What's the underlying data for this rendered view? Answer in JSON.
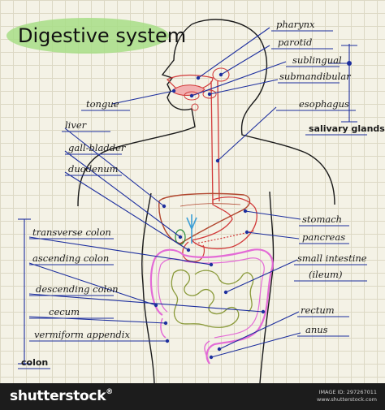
{
  "title": "Digestive system",
  "labels": {
    "pharynx": "pharynx",
    "parotid": "parotid",
    "sublingual": "sublingual",
    "submandibular": "submandibular",
    "tongue": "tongue",
    "esophagus": "esophagus",
    "liver": "liver",
    "gall_bladder": "gall-bladder",
    "duodenum": "duodenum",
    "stomach": "stomach",
    "pancreas": "pancreas",
    "transverse_colon": "transverse colon",
    "ascending_colon": "ascending colon",
    "small_intestine": "small intestine",
    "ileum": "(ileum)",
    "descending_colon": "descending colon",
    "cecum": "cecum",
    "rectum": "rectum",
    "vermiform_appendix": "vermiform appendix",
    "anus": "anus"
  },
  "groups": {
    "salivary_glands": "salivary glands",
    "colon": "colon"
  },
  "footer": {
    "brand": "shutterstock",
    "brand_suffix": "®",
    "image_id": "IMAGE ID: 297267011",
    "site": "www.shutterstock.com"
  },
  "colors": {
    "leader": "#1d2f9e",
    "outline": "#1a1a1a",
    "highlight": "#9fdc7c",
    "digestive_red": "#d13a3a",
    "intestine_pink": "#e36bd6",
    "intestine_green": "#8a9a3a"
  }
}
